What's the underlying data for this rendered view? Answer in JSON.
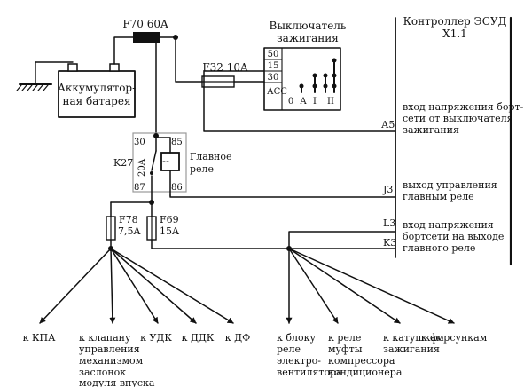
{
  "battery": {
    "line1": "Аккумулятор-",
    "line2": "ная батарея"
  },
  "fuses": {
    "f70": "F70 60A",
    "f32": "F32 10A",
    "f78_name": "F78",
    "f78_value": "7,5A",
    "f69_name": "F69",
    "f69_value": "15A"
  },
  "ignition_switch": {
    "title1": "Выключатель",
    "title2": "зажигания",
    "pin50": "50",
    "pin15": "15",
    "pin30": "30",
    "pinACC": "АСС",
    "pos0": "0",
    "posA": "А",
    "posI": "I",
    "posII": "II"
  },
  "controller": {
    "title1": "Контроллер ЭСУД",
    "title2": "X1.1",
    "pin_a5": "А5",
    "pin_j3": "J3",
    "pin_l3": "L3",
    "pin_k3": "K3",
    "desc_a5": [
      "вход напряжения борт-",
      "сети от выключателя",
      "зажигания"
    ],
    "desc_j3": [
      "выход управления",
      "главным реле"
    ],
    "desc_l3": [
      "вход напряжения",
      "бортсети на выходе",
      "главного реле"
    ]
  },
  "relay": {
    "name": "K27",
    "fuse": "20A",
    "label1": "Главное",
    "label2": "реле",
    "pin30": "30",
    "pin85": "85",
    "pin87": "87",
    "pin86": "86"
  },
  "outputs_left": [
    {
      "lines": [
        "к КПА"
      ]
    },
    {
      "lines": [
        "к клапану",
        "управления",
        "механизмом",
        "заслонок",
        "модуля впуска"
      ]
    },
    {
      "lines": [
        "к УДК"
      ]
    },
    {
      "lines": [
        "к ДДК"
      ]
    },
    {
      "lines": [
        "к ДФ"
      ]
    }
  ],
  "outputs_right": [
    {
      "lines": [
        "к блоку",
        "реле",
        "электро-",
        "вентилятора"
      ]
    },
    {
      "lines": [
        "к реле",
        "муфты",
        "компрессора",
        "кондиционера"
      ]
    },
    {
      "lines": [
        "к катушкам",
        "зажигания"
      ]
    },
    {
      "lines": [
        "к форсункам"
      ]
    }
  ]
}
